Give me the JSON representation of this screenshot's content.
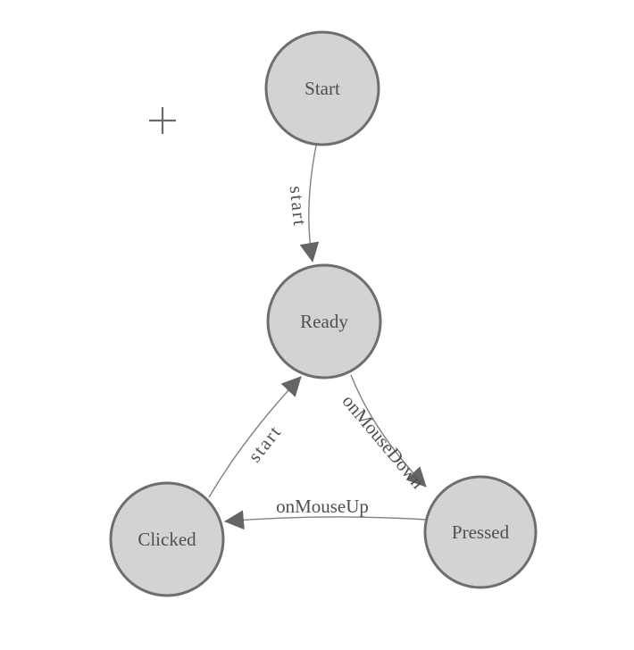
{
  "palette": {
    "background": "#ffffff",
    "node_fill": "#d3d3d3",
    "node_stroke": "#6e6e6e",
    "edge_color": "#808080",
    "arrow_color": "#656565",
    "label_color": "#4f4f4f",
    "cursor_color": "#6a6a6a"
  },
  "nodes": [
    {
      "id": "start",
      "label": "Start"
    },
    {
      "id": "ready",
      "label": "Ready"
    },
    {
      "id": "clicked",
      "label": "Clicked"
    },
    {
      "id": "pressed",
      "label": "Pressed"
    }
  ],
  "edges": [
    {
      "id": "start-to-ready",
      "from": "Start",
      "to": "Ready",
      "label": "start"
    },
    {
      "id": "ready-to-pressed",
      "from": "Ready",
      "to": "Pressed",
      "label": "onMouseDown"
    },
    {
      "id": "pressed-to-clicked",
      "from": "Pressed",
      "to": "Clicked",
      "label": "onMouseUp"
    },
    {
      "id": "clicked-to-ready",
      "from": "Clicked",
      "to": "Ready",
      "label": "start"
    }
  ],
  "cursor": {
    "icon": "plus-crosshair"
  }
}
